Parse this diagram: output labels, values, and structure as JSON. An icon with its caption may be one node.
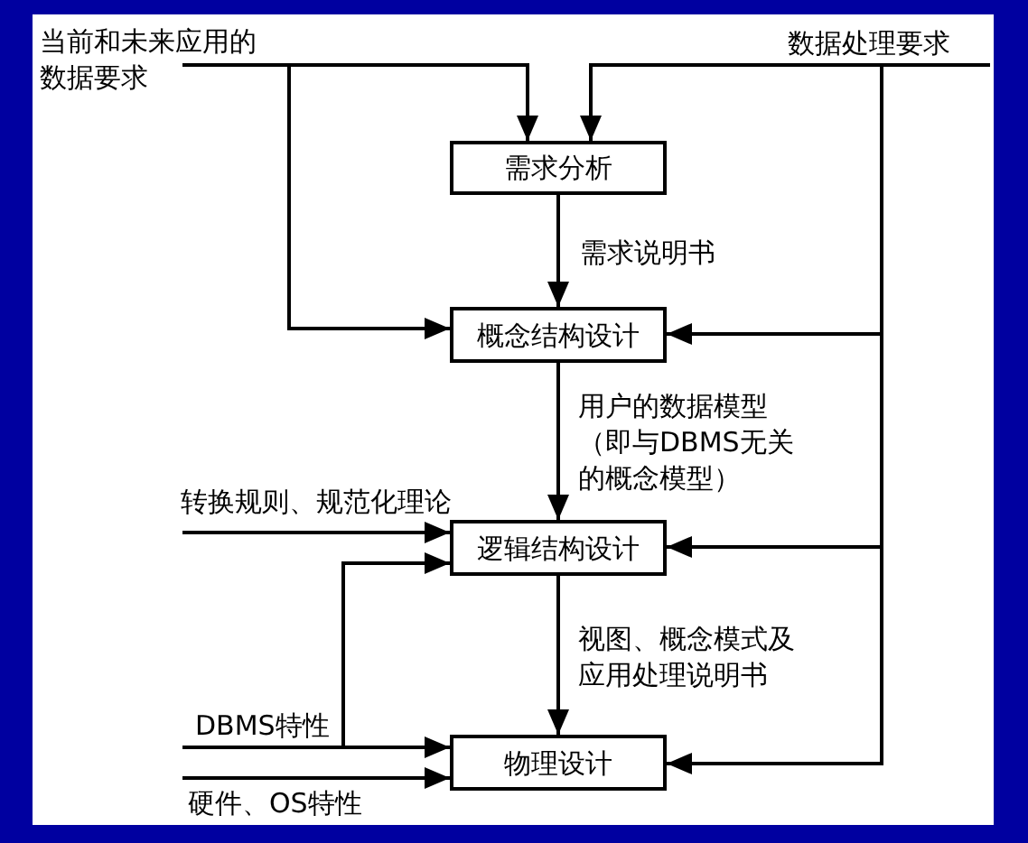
{
  "diagram": {
    "nodes": [
      {
        "text": [
          "当前和未来应用的数据要求"
        ]
      },
      {
        "text": [
          "数据处理要求"
        ]
      },
      {
        "text": [
          "需求分析"
        ]
      },
      {
        "text": [
          "概念结构设计"
        ]
      },
      {
        "text": [
          "逻辑结构设计"
        ]
      },
      {
        "text": [
          "物理设计"
        ]
      },
      {
        "text": [
          "转换规则、规范化理论"
        ]
      },
      {
        "text": [
          "DBMS特性"
        ]
      },
      {
        "text": [
          "硬件、OS特性"
        ]
      }
    ],
    "edges": [
      {
        "from": 0,
        "to": 2,
        "arrow": "to"
      },
      {
        "from": 0,
        "to": 3,
        "arrow": "to"
      },
      {
        "from": 1,
        "to": 2,
        "arrow": "to"
      },
      {
        "from": 1,
        "to": 3,
        "arrow": "to"
      },
      {
        "from": 1,
        "to": 4,
        "arrow": "to"
      },
      {
        "from": 1,
        "to": 5,
        "arrow": "to"
      },
      {
        "from": 2,
        "to": 3,
        "arrow": "to",
        "label": "需求说明书"
      },
      {
        "from": 3,
        "to": 4,
        "arrow": "to",
        "label": "用户的数据模型（即与DBMS无关的概念模型）"
      },
      {
        "from": 4,
        "to": 5,
        "arrow": "to",
        "label": "视图、概念模式及应用处理说明书"
      },
      {
        "from": 6,
        "to": 4,
        "arrow": "to"
      },
      {
        "from": 7,
        "to": 4,
        "arrow": "to"
      },
      {
        "from": 7,
        "to": 5,
        "arrow": "to"
      },
      {
        "from": 8,
        "to": 5,
        "arrow": "to"
      }
    ]
  }
}
